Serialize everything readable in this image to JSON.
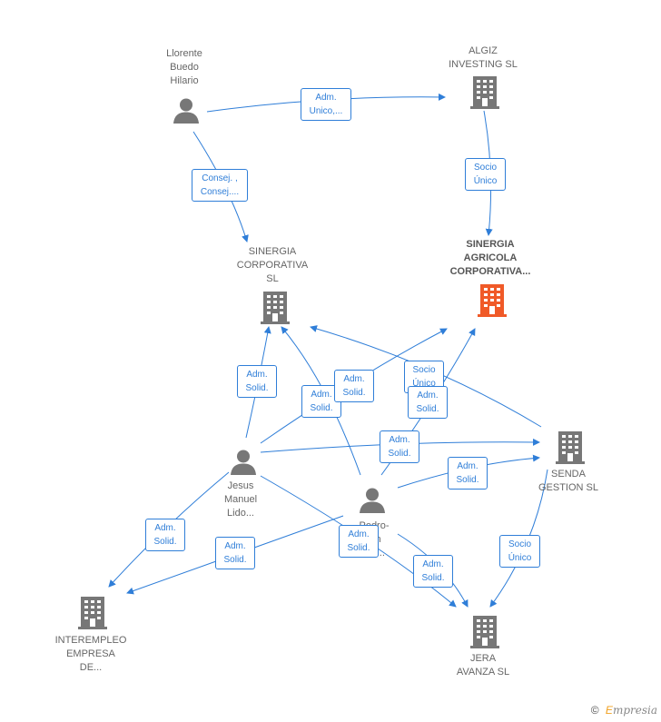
{
  "nodes": {
    "llorente": "Llorente\nBuedo\nHilario",
    "algiz": "ALGIZ\nINVESTING  SL",
    "sinergia_corp": "SINERGIA\nCORPORATIVA\nSL",
    "sinergia_agricola": "SINERGIA\nAGRICOLA\nCORPORATIVA...",
    "senda": "SENDA\nGESTION SL",
    "jesus": "Jesus\nManuel\nLido...",
    "pedro": "Pedro-\n...n\n...z...",
    "interempleo": "INTEREMPLEO\nEMPRESA\nDE...",
    "jera": "JERA\nAVANZA SL"
  },
  "edges": {
    "e1": "Adm.\nUnico,...",
    "e2": "Consej. ,\nConsej....",
    "e3": "Socio\nÚnico",
    "e4": "Adm.\nSolid.",
    "e5": "Adm.\nSolid.",
    "e6": "Adm.\nSolid.",
    "e7": "Socio\nÚnico",
    "e8": "Adm.\nSolid.",
    "e9": "Adm.\nSolid.",
    "e10": "Adm.\nSolid.",
    "e11": "Adm.\nSolid.",
    "e12": "Adm.\nSolid.",
    "e13": "Adm.\nSolid.",
    "e14": "Adm.\nSolid.",
    "e15": "Socio\nÚnico"
  },
  "colors": {
    "edge": "#2f7ed8",
    "node": "#777777",
    "focus": "#f05a28"
  },
  "footer": {
    "copyright": "©",
    "brand_e": "E",
    "brand_rest": "mpresia"
  }
}
